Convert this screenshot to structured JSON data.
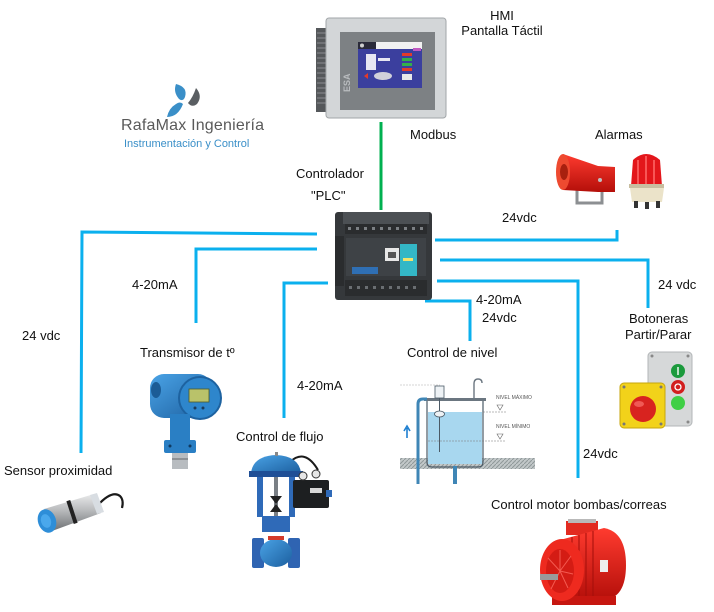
{
  "colors": {
    "signal_line": "#0bb0ee",
    "modbus_line": "#00b050",
    "logo_blue": "#3a8fc8",
    "logo_gray": "#5a5a5a"
  },
  "logo": {
    "name": "RafaMax Ingeniería",
    "tagline": "Instrumentación y Control"
  },
  "hmi": {
    "title": "HMI",
    "subtitle": "Pantalla Táctil",
    "link_label": "Modbus"
  },
  "plc": {
    "title": "Controlador",
    "subtitle": "\"PLC\""
  },
  "devices": {
    "alarms": {
      "label": "Alarmas",
      "signal": "24vdc"
    },
    "buttons": {
      "label": "Botoneras",
      "sublabel": "Partir/Parar",
      "signal": "24 vdc"
    },
    "level": {
      "label": "Control de nivel",
      "signal": "4-20mA",
      "signal2": "24vdc",
      "max_label": "NIVEL MÁXIMO",
      "min_label": "NIVEL MÍNIMO"
    },
    "motor": {
      "label": "Control motor bombas/correas",
      "signal": "24vdc"
    },
    "flow": {
      "label": "Control de flujo",
      "signal": "4-20mA"
    },
    "temperature": {
      "label": "Transmisor de tº",
      "signal": "4-20mA"
    },
    "proximity": {
      "label": "Sensor proximidad",
      "signal": "24 vdc"
    }
  }
}
